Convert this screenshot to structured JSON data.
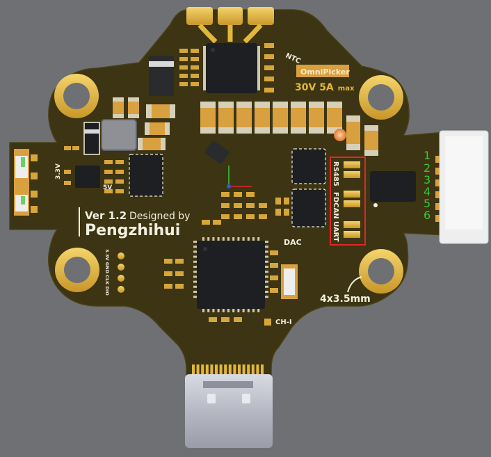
{
  "board": {
    "version": "Ver 1.2",
    "designed_by": "Designed by",
    "author": "Pengzhihui",
    "product": "OmniPicker",
    "power_rating": "30V 5A",
    "power_suffix": "max",
    "ntc_label": "NTC",
    "dac_label": "DAC",
    "ch_label": "CH-I",
    "rail_3v3": "3.3V",
    "rail_5v": "5V",
    "swd_pins": "3.3V GND CLK DIO",
    "screw_size": "4x3.5mm",
    "bus_labels": [
      "RS485",
      "FDCAN",
      "UART"
    ],
    "pin_numbers": [
      "1",
      "2",
      "3",
      "4",
      "5",
      "6"
    ]
  },
  "colors": {
    "background": "#6e7074",
    "pcb": "#3c3412",
    "silk": "#f2efe0",
    "gold": "#e3b83a",
    "highlight_box": "#e0262a",
    "pin_number": "#39c83c"
  }
}
